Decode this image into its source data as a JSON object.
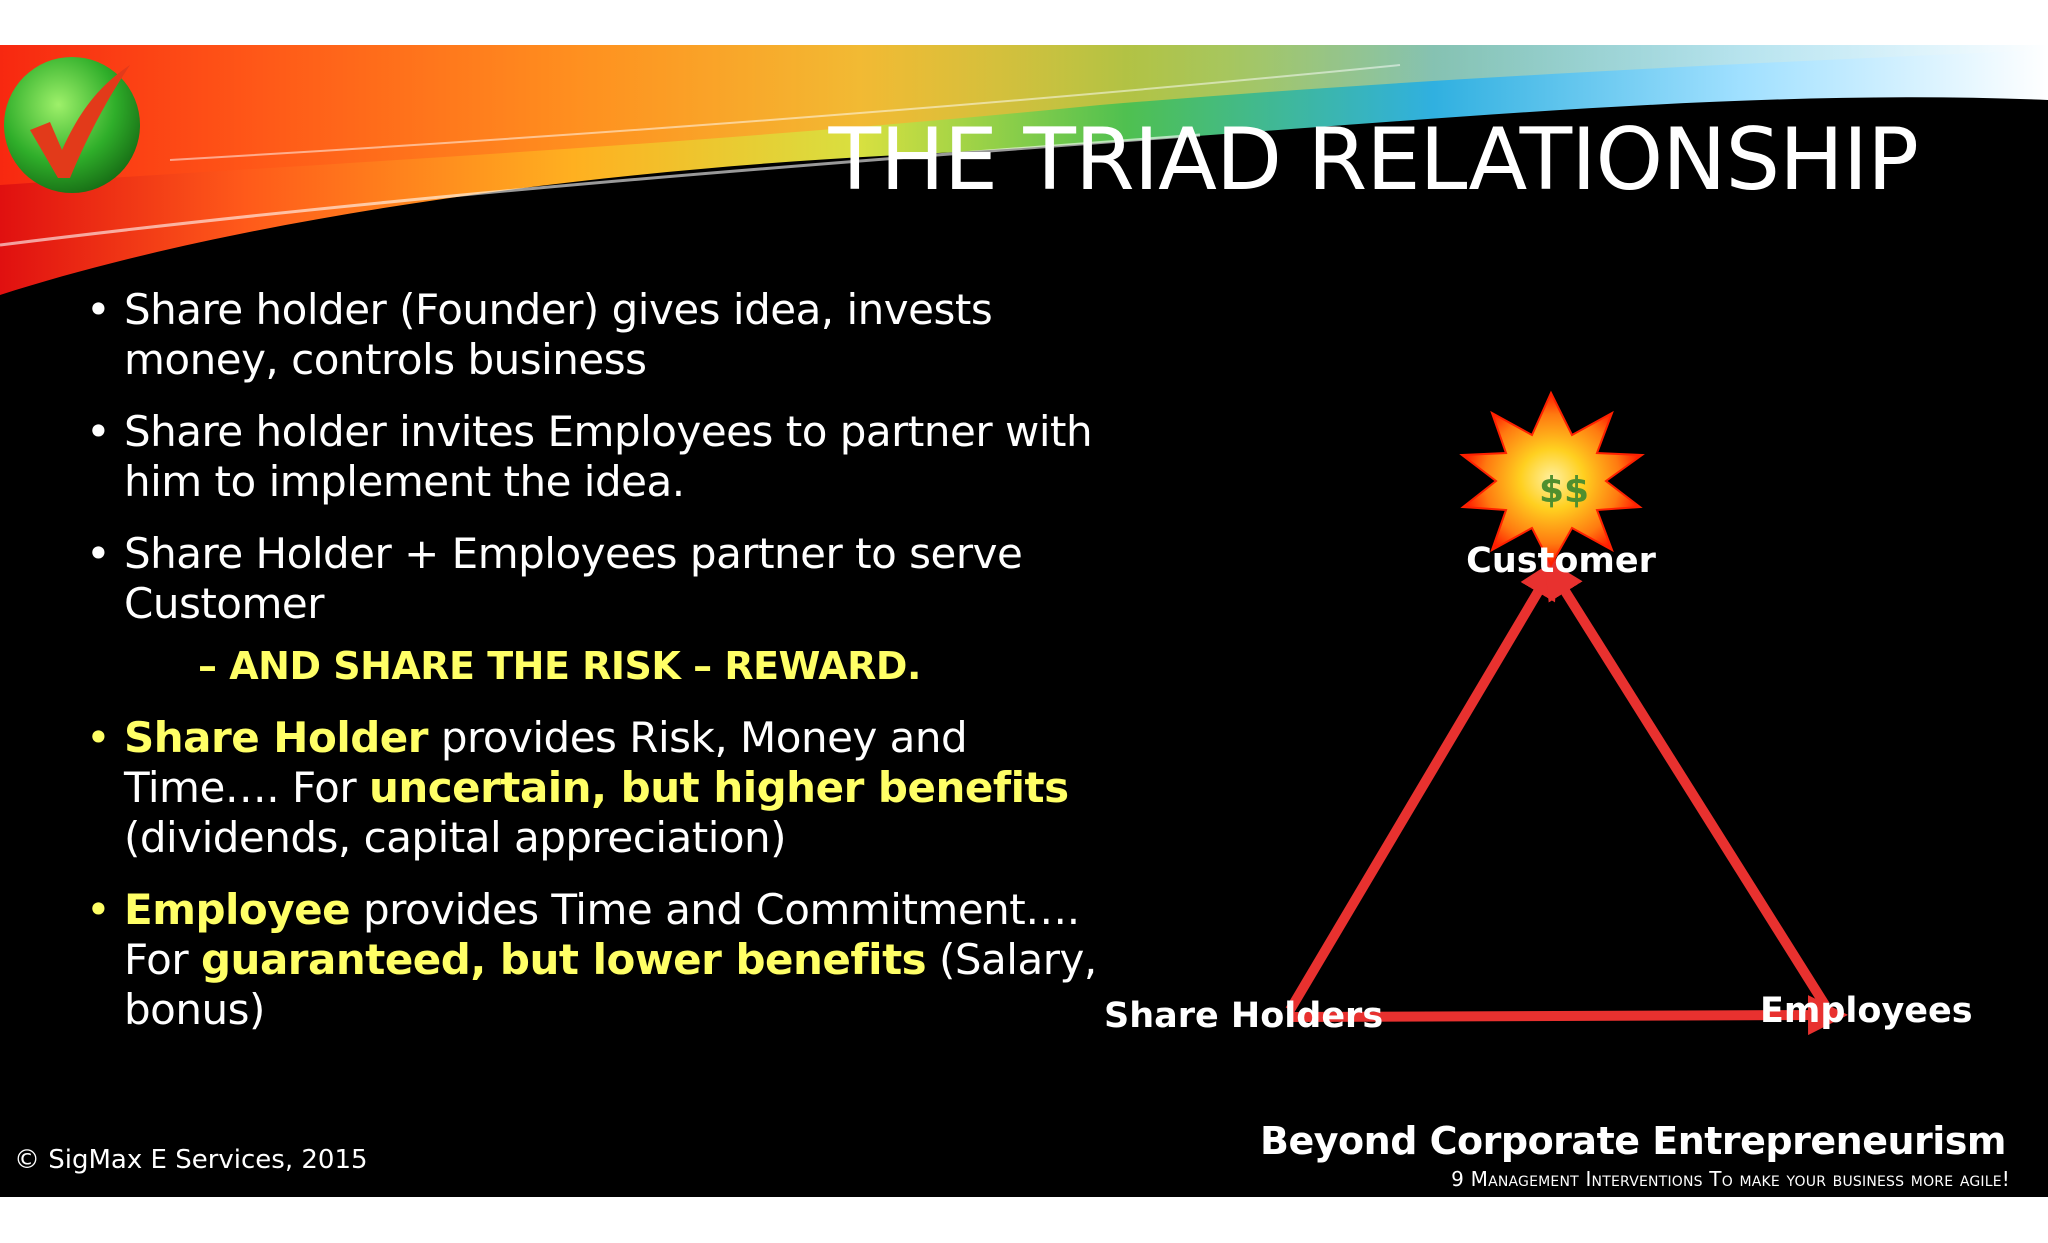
{
  "slide": {
    "title": "THE TRIAD RELATIONSHIP"
  },
  "bullets": {
    "b1": {
      "text": "Share holder (Founder) gives idea, invests money, controls business"
    },
    "b2": {
      "text": "Share holder invites Employees to partner with him to implement the idea."
    },
    "b3": {
      "text": "Share Holder + Employees partner to serve Customer"
    },
    "sub": {
      "text": "– AND SHARE THE RISK – REWARD."
    },
    "b4": {
      "hl1": "Share Holder",
      "t1": " provides Risk, Money and Time…. For ",
      "hl2": "uncertain, but higher benefits",
      "t2": " (dividends, capital appreciation)"
    },
    "b5": {
      "hl1": "Employee",
      "t1": " provides Time and Commitment…. For ",
      "hl2": "guaranteed, but lower benefits",
      "t2": " (Salary, bonus)"
    }
  },
  "diagram": {
    "burst_text": "$$",
    "customer": "Customer",
    "shareholders": "Share Holders",
    "employees": "Employees",
    "arrow_color": "#e8312f",
    "burst_color": "#ff1a00",
    "burst_inner": "#ffe04a",
    "money_color": "#4f8f2e"
  },
  "footer": {
    "copyright": "© SigMax E Services, 2015",
    "title": "Beyond Corporate Entrepreneurism",
    "subtitle": "9 Management Interventions To make your business more agile!"
  },
  "colors": {
    "background": "#000000",
    "highlight": "#ffff66",
    "text": "#ffffff"
  }
}
